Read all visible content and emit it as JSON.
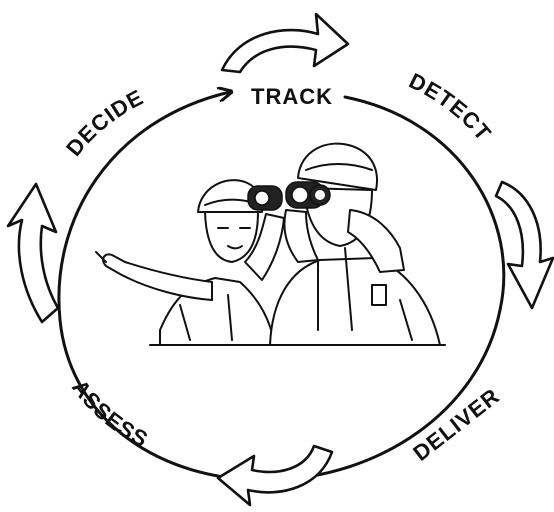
{
  "diagram": {
    "steps": [
      {
        "label": "DECIDE"
      },
      {
        "label": "TRACK"
      },
      {
        "label": "DETECT"
      },
      {
        "label": "DELIVER"
      },
      {
        "label": "ASSESS"
      }
    ]
  }
}
